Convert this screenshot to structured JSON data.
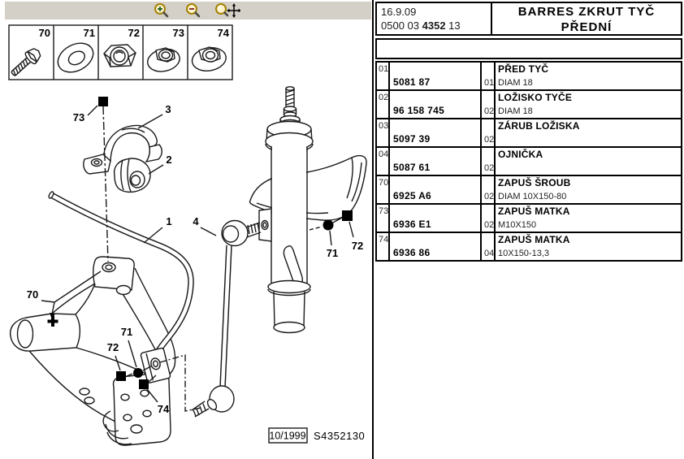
{
  "toolbar": {
    "icons": [
      {
        "name": "zoom-in"
      },
      {
        "name": "zoom-out"
      },
      {
        "name": "zoom-pan"
      }
    ]
  },
  "header": {
    "date": "16.9.09",
    "code_prefix": "0500 03",
    "code_bold": "4352",
    "code_suffix": "13",
    "title_line1": "BARRES ZKRUT TYČ",
    "title_line2": "PŘEDNÍ"
  },
  "legend": {
    "items": [
      {
        "ref": "70",
        "icon": "flange-bolt"
      },
      {
        "ref": "71",
        "icon": "washer"
      },
      {
        "ref": "72",
        "icon": "lock-nut"
      },
      {
        "ref": "73",
        "icon": "flange-nut"
      },
      {
        "ref": "74",
        "icon": "flange-nut"
      }
    ]
  },
  "diagram": {
    "callouts": {
      "bar": "1",
      "bushing": "2",
      "clamp": "3",
      "link": "4",
      "arm_bolt": "70",
      "strut_washer": "71",
      "strut_nut": "72",
      "clamp_nut": "73",
      "arm_washer": "71",
      "arm_nut": "72",
      "arm_lock_nut": "74"
    },
    "footer": {
      "month": "10/1999",
      "drawing_no": "S4352130"
    }
  },
  "parts_table": {
    "rows": [
      {
        "ref": "01",
        "part_number": "5081 87",
        "qty": "01",
        "name": "PŘED TYČ",
        "spec": "DIAM 18"
      },
      {
        "ref": "02",
        "part_number": "96 158 745",
        "qty": "02",
        "name": "LOŽISKO TYČE",
        "spec": "DIAM 18"
      },
      {
        "ref": "03",
        "part_number": "5097 39",
        "qty": "02",
        "name": "ZÁRUB LOŽISKA",
        "spec": ""
      },
      {
        "ref": "04",
        "part_number": "5087 61",
        "qty": "02",
        "name": "OJNIČKA",
        "spec": ""
      },
      {
        "ref": "70",
        "part_number": "6925 A6",
        "qty": "02",
        "name": "ZAPUŠ ŠROUB",
        "spec": "DIAM 10X150-80"
      },
      {
        "ref": "73",
        "part_number": "6936 E1",
        "qty": "02",
        "name": "ZAPUŠ MATKA",
        "spec": "M10X150"
      },
      {
        "ref": "74",
        "part_number": "6936 86",
        "qty": "04",
        "name": "ZAPUŠ MATKA",
        "spec": "10X150-13,3"
      }
    ]
  },
  "colors": {
    "toolbar_bg": "#d4d0c8",
    "line": "#1a1a1a",
    "magnifier_ring": "#a38200",
    "magnifier_fill": "#fdf3cf"
  }
}
